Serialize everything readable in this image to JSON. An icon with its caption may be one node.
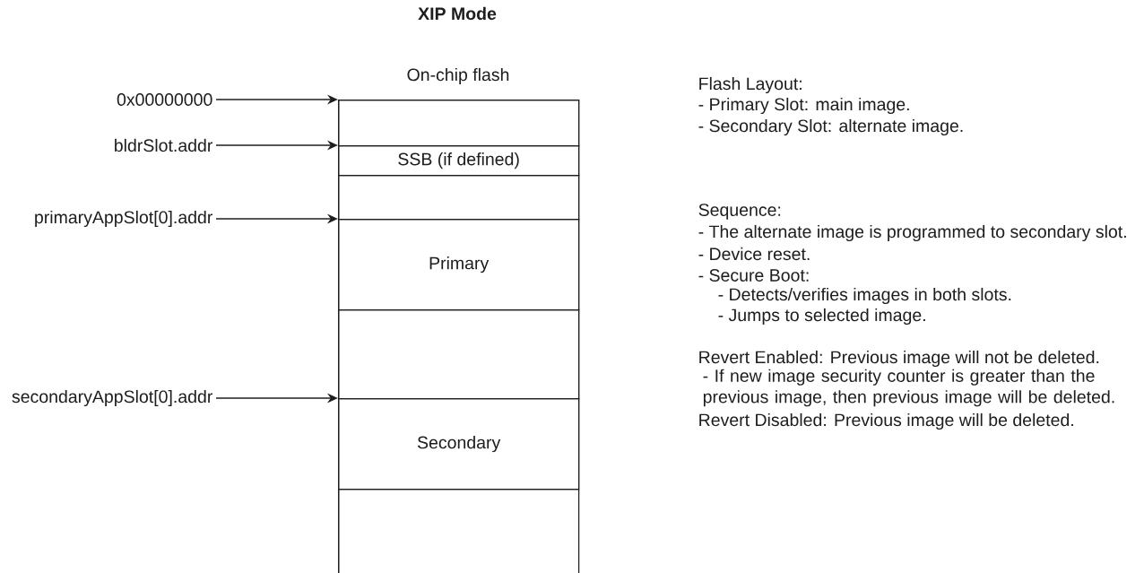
{
  "diagram": {
    "title": "XIP Mode",
    "nodes": [
      {
        "text": [
          "On-chip flash"
        ]
      },
      {
        "text": [],
        "shape": "box",
        "in": 0
      },
      {
        "text": [
          "SSB (if defined)"
        ],
        "in": 0
      },
      {
        "text": [],
        "shape": "box",
        "in": 0
      },
      {
        "text": [
          "Primary"
        ],
        "in": 0
      },
      {
        "text": [],
        "shape": "box",
        "in": 0
      },
      {
        "text": [
          "Secondary"
        ],
        "in": 0
      },
      {
        "text": [],
        "shape": "box",
        "in": 0
      },
      {
        "text": [
          "0x00000000"
        ]
      },
      {
        "text": [
          "bldrSlot.addr"
        ]
      },
      {
        "text": [
          "primaryAppSlot[0].addr"
        ]
      },
      {
        "text": [
          "secondaryAppSlot[0].addr"
        ]
      }
    ],
    "edges": [
      {
        "from": 8,
        "to": 1,
        "arrow": "to"
      },
      {
        "from": 9,
        "to": 2,
        "arrow": "to"
      },
      {
        "from": 10,
        "to": 4,
        "arrow": "to"
      },
      {
        "from": 11,
        "to": 6,
        "arrow": "to"
      }
    ],
    "labels": [
      "Flash Layout:",
      "- Primary Slot: main image.",
      "- Secondary Slot: alternate image.",
      "Sequence:",
      "- The alternate image is programmed to secondary slot.",
      "- Device reset.",
      "- Secure Boot:",
      "- Detects/verifies images in both slots.",
      "- Jumps to selected image.",
      "Revert Enabled: Previous image will not be deleted.",
      "- If new image security counter is greater than the previous image, then previous image will be deleted.",
      "Revert Disabled: Previous image will be deleted."
    ]
  }
}
